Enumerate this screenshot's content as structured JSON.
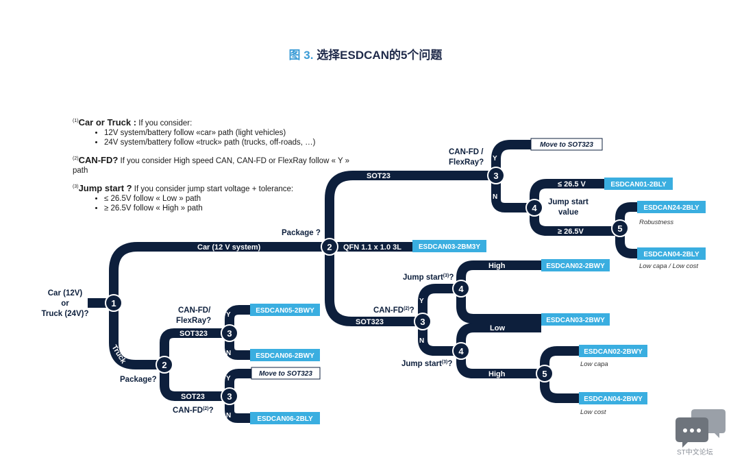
{
  "figure": {
    "title_prefix": "图 3.",
    "title_text": "选择ESDCAN的5个问题"
  },
  "notes": [
    {
      "sup": "(1)",
      "title": "Car or Truck :",
      "text": " If you consider:",
      "bullets": [
        "12V system/battery follow «car» path (light vehicles)",
        "24V system/battery follow «truck» path (trucks, off-roads, …)"
      ]
    },
    {
      "sup": "(2)",
      "title": "CAN-FD?",
      "text": " If you consider High speed CAN, CAN-FD or FlexRay follow « Y » path",
      "bullets": []
    },
    {
      "sup": "(3)",
      "title": "Jump start ?",
      "text": " If you consider jump start voltage + tolerance:",
      "bullets": [
        "≤ 26.5V follow « Low » path",
        "≥ 26.5V follow « High » path"
      ]
    }
  ],
  "diagram": {
    "start": {
      "line1": "Car (12V)",
      "line2": "or",
      "line3": "Truck (24V)?"
    },
    "steps": {
      "s1": "1",
      "s2": "2",
      "s3": "3",
      "s4": "4",
      "s5": "5"
    },
    "branch_labels": {
      "car": "Car (12 V system)",
      "truck": "Truck",
      "package": "Package ?",
      "truck_package": "Package?",
      "sot23": "SOT23",
      "sot323": "SOT323",
      "qfn": "QFN 1.1 x 1.0 3L",
      "canfd_flexray_top": [
        "CAN-FD /",
        "FlexRay?"
      ],
      "canfd_flexray_truck": [
        "CAN-FD/",
        "FlexRay?"
      ],
      "canfd_mid": "CAN-FD",
      "canfd_truck": "CAN-FD",
      "sup2": "(2)",
      "sup3": "(3)",
      "q_mark": "?",
      "jump_start": "Jump start",
      "jump_start_value": [
        "Jump start",
        "value"
      ],
      "le_265": "≤ 26.5 V",
      "ge_265": "≥ 26.5V",
      "high": "High",
      "low": "Low",
      "yes": "Y",
      "no": "N"
    },
    "results": {
      "move_sot323": "Move to SOT323",
      "esdcan01_2bly": "ESDCAN01-2BLY",
      "esdcan24_2bly": "ESDCAN24-2BLY",
      "esdcan04_2bly": "ESDCAN04-2BLY",
      "esdcan03_2bm3y": "ESDCAN03-2BM3Y",
      "esdcan02_2bwy": "ESDCAN02-2BWY",
      "esdcan03_2bwy": "ESDCAN03-2BWY",
      "esdcan04_2bwy": "ESDCAN04-2BWY",
      "esdcan05_2bwy": "ESDCAN05-2BWY",
      "esdcan06_2bwy": "ESDCAN06-2BWY",
      "esdcan06_2bly": "ESDCAN06-2BLY"
    },
    "captions": {
      "robustness": "Robustness",
      "low_capa_cost": "Low capa / Low cost",
      "low_capa": "Low capa",
      "low_cost": "Low cost"
    }
  },
  "watermark": {
    "text": "ST中文论坛"
  },
  "colors": {
    "path": "#0d1f3c",
    "result": "#3aaee0",
    "title_accent": "#3a9bd6"
  }
}
